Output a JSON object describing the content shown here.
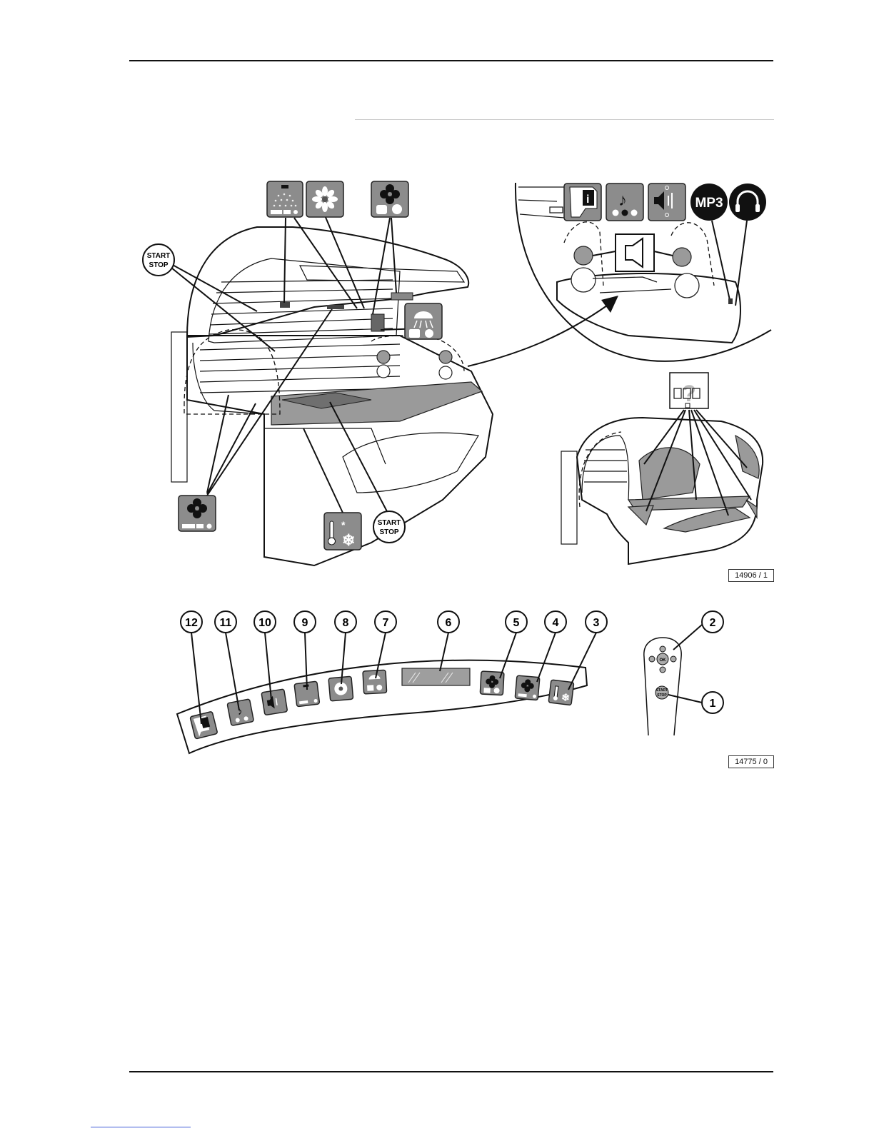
{
  "figure_top": {
    "ref": "14906 / 1",
    "callouts": {
      "start_stop_left": [
        "START",
        "STOP"
      ],
      "start_stop_bottom": [
        "START",
        "STOP"
      ],
      "mp3": "MP3"
    }
  },
  "figure_bottom": {
    "ref": "14775 / 0",
    "numbers": [
      "12",
      "11",
      "10",
      "9",
      "8",
      "7",
      "6",
      "5",
      "4",
      "3",
      "2",
      "1"
    ],
    "remote": {
      "ok_label": "OK",
      "start_stop": [
        "START",
        "STOP"
      ]
    }
  }
}
